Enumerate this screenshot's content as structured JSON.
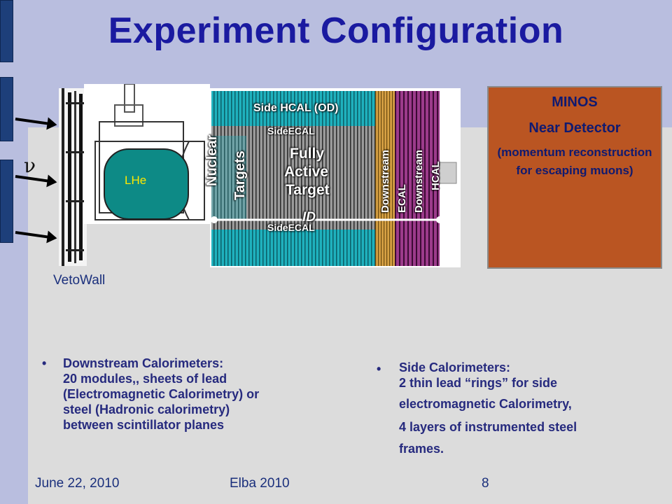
{
  "slide": {
    "title": "Experiment Configuration",
    "nu_symbol": "ν",
    "vetowall_label": "VetoWall",
    "lhe_label": "LHe",
    "detector": {
      "side_hcal": "Side HCAL (OD)",
      "side_ecal_top": "SideECAL",
      "side_ecal_bottom": "SideECAL",
      "nuclear": "Nuclear",
      "targets": "Targets",
      "fully": "Fully",
      "active": "Active",
      "target": "Target",
      "downstream_ecal_1": "Downstream",
      "downstream_ecal_2": "ECAL",
      "downstream_hcal_1": "Downstream",
      "downstream_hcal_2": "HCAL",
      "id": "ID"
    },
    "minos": {
      "line1": "MINOS",
      "line2": "Near Detector",
      "line3": "(momentum reconstruction for escaping muons)"
    },
    "bullets_left": {
      "glyph": "•",
      "line1": "Downstream Calorimeters:",
      "line2": "20 modules,, sheets of lead",
      "line3": "(Electromagnetic Calorimetry) or",
      "line4": "steel (Hadronic calorimetry)",
      "line5": "between scintillator planes"
    },
    "bullets_right": {
      "glyph": "•",
      "line1": "Side Calorimeters:",
      "line2": "2 thin lead “rings” for side",
      "line3": "electromagnetic Calorimetry,",
      "line4": "4 layers of instrumented steel",
      "line5": "frames."
    },
    "footer": {
      "date": "June 22, 2010",
      "venue": "Elba 2010",
      "page": "8"
    }
  },
  "colors": {
    "title": "#1a1aa0",
    "minos_fill": "#ba5522",
    "side_hcal": "#22b5c0",
    "fully_active": "#8a8a8a",
    "downstream_ecal": "#d09a3a",
    "downstream_hcal": "#8b2c7e"
  }
}
